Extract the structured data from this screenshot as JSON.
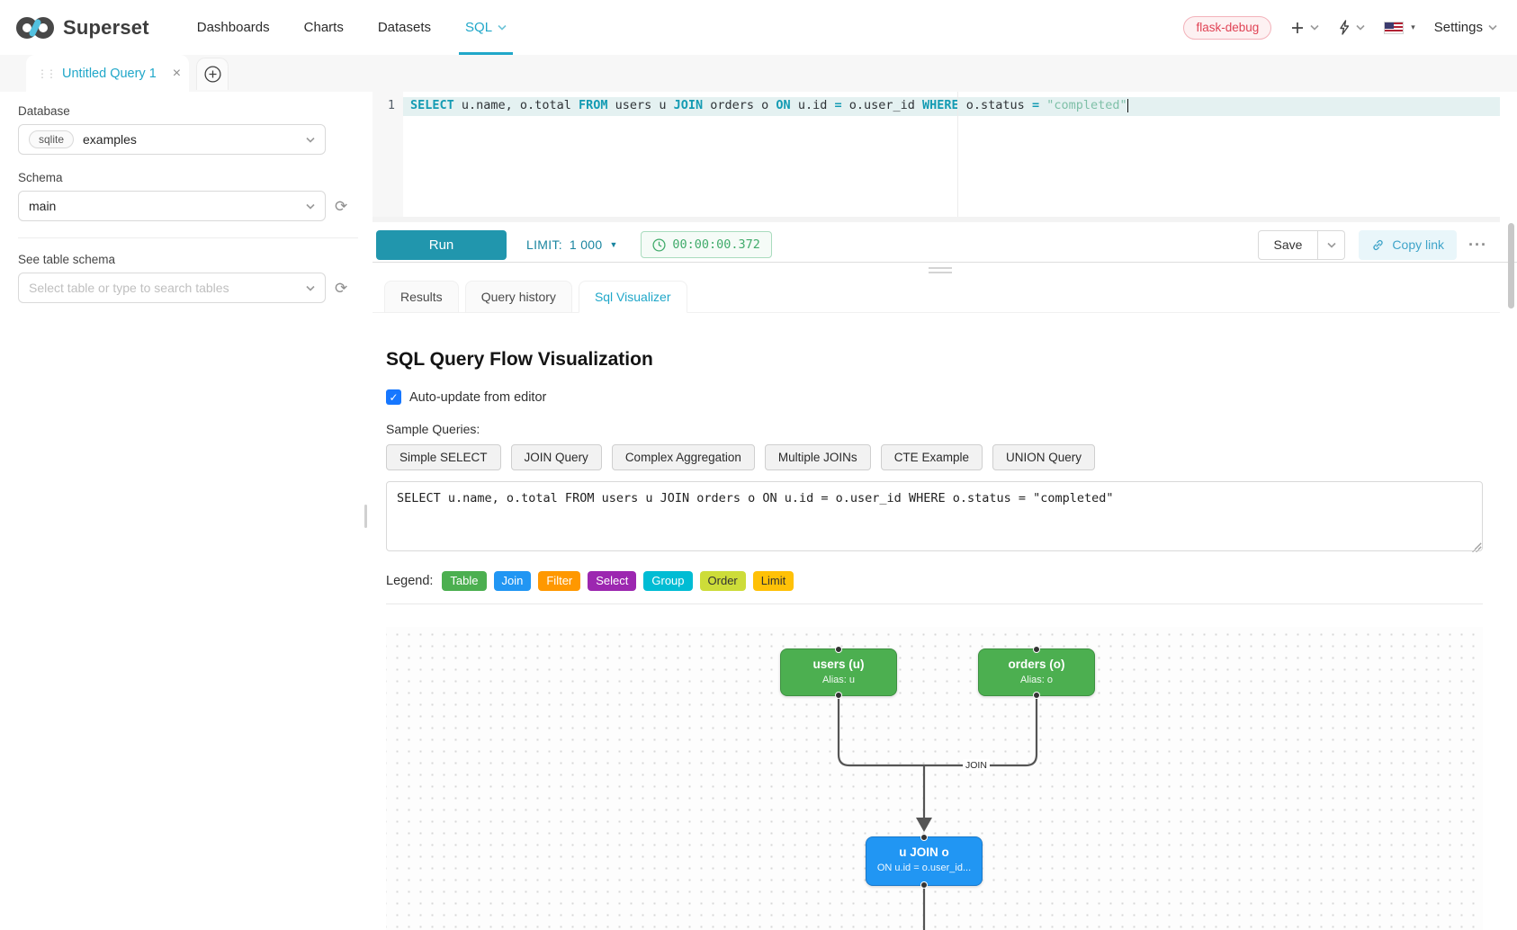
{
  "header": {
    "brand": "Superset",
    "nav": {
      "0": {
        "label": "Dashboards"
      },
      "1": {
        "label": "Charts"
      },
      "2": {
        "label": "Datasets"
      },
      "3": {
        "label": "SQL"
      }
    },
    "env_badge": "flask-debug",
    "settings_label": "Settings",
    "accent_color": "#20a7c9"
  },
  "query_tab": {
    "title": "Untitled Query 1"
  },
  "sidebar": {
    "database_label": "Database",
    "database_engine": "sqlite",
    "database_value": "examples",
    "schema_label": "Schema",
    "schema_value": "main",
    "table_label": "See table schema",
    "table_placeholder": "Select table or type to search tables"
  },
  "editor": {
    "line_number": "1",
    "tokens": {
      "0": {
        "text": "SELECT",
        "type": "keyword"
      },
      "1": {
        "text": " u.name, o.total ",
        "type": "identifier"
      },
      "2": {
        "text": "FROM",
        "type": "keyword"
      },
      "3": {
        "text": " users u ",
        "type": "identifier"
      },
      "4": {
        "text": "JOIN",
        "type": "keyword"
      },
      "5": {
        "text": " orders o ",
        "type": "identifier"
      },
      "6": {
        "text": "ON",
        "type": "keyword"
      },
      "7": {
        "text": " u.id ",
        "type": "identifier"
      },
      "8": {
        "text": "=",
        "type": "operator"
      },
      "9": {
        "text": " o.user_id ",
        "type": "identifier"
      },
      "10": {
        "text": "WHERE",
        "type": "keyword"
      },
      "11": {
        "text": " o.status ",
        "type": "identifier"
      },
      "12": {
        "text": "=",
        "type": "operator"
      },
      "13": {
        "text": " ",
        "type": "identifier"
      },
      "14": {
        "text": "\"completed\"",
        "type": "string"
      }
    }
  },
  "toolbar": {
    "run_label": "Run",
    "limit_label": "LIMIT:",
    "limit_value": "1 000",
    "timer_value": "00:00:00.372",
    "save_label": "Save",
    "copy_link_label": "Copy link",
    "more_label": "···"
  },
  "south_tabs": {
    "0": {
      "label": "Results"
    },
    "1": {
      "label": "Query history"
    },
    "2": {
      "label": "Sql Visualizer"
    },
    "active": "Sql Visualizer"
  },
  "visualizer": {
    "title": "SQL Query Flow Visualization",
    "auto_update_label": "Auto-update from editor",
    "auto_update_checked": true,
    "checkbox_glyph": "✓",
    "sample_label": "Sample Queries:",
    "sample_buttons": {
      "0": "Simple SELECT",
      "1": "JOIN Query",
      "2": "Complex Aggregation",
      "3": "Multiple JOINs",
      "4": "CTE Example",
      "5": "UNION Query"
    },
    "sql_text": "SELECT u.name, o.total FROM users u JOIN orders o ON u.id = o.user_id WHERE o.status = \"completed\"",
    "legend_label": "Legend:",
    "legend": {
      "0": {
        "label": "Table",
        "bg": "#4caf50",
        "fg": "#ffffff"
      },
      "1": {
        "label": "Join",
        "bg": "#2196f3",
        "fg": "#ffffff"
      },
      "2": {
        "label": "Filter",
        "bg": "#ff9800",
        "fg": "#ffffff"
      },
      "3": {
        "label": "Select",
        "bg": "#9c27b0",
        "fg": "#ffffff"
      },
      "4": {
        "label": "Group",
        "bg": "#00bcd4",
        "fg": "#ffffff"
      },
      "5": {
        "label": "Order",
        "bg": "#cddc39",
        "fg": "#333333"
      },
      "6": {
        "label": "Limit",
        "bg": "#ffc107",
        "fg": "#333333"
      }
    },
    "flow": {
      "nodes": {
        "0": {
          "title": "users (u)",
          "subtitle": "Alias: u",
          "color": "#4caf50"
        },
        "1": {
          "title": "orders (o)",
          "subtitle": "Alias: o",
          "color": "#4caf50"
        },
        "2": {
          "title": "u JOIN o",
          "subtitle": "ON u.id = o.user_id...",
          "color": "#2196f3"
        }
      },
      "edge_label": "JOIN",
      "edge_color": "#555555"
    }
  }
}
